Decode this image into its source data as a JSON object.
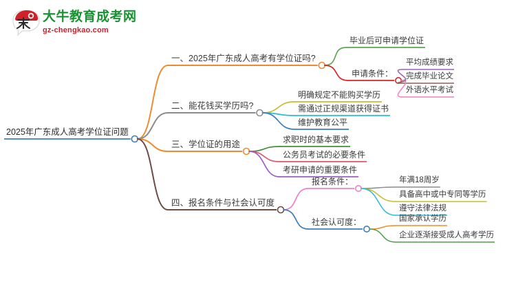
{
  "header": {
    "logo_icon": "bull-head-logo-icon",
    "brand_title": "大牛教育成考网",
    "brand_domain": "gz-chengkao.com",
    "brand_title_color": "#1a9133",
    "brand_domain_color": "#d0202a"
  },
  "mindmap": {
    "root": {
      "label": "2025年广东成人高考学位证问题",
      "underline_color": "#3a7ebf",
      "node_color": "#3a7ebf"
    },
    "branches": [
      {
        "label": "一、2025年广东成人高考有学位证吗?",
        "color": "#ef8b2c",
        "children": [
          {
            "label": "毕业后可申请学位证",
            "color": "#5aa84f",
            "children": []
          },
          {
            "label": "申请条件：",
            "color": "#d8232a",
            "children": [
              {
                "label": "平均成绩要求",
                "color": "#9b5fc0"
              },
              {
                "label": "完成毕业论文",
                "color": "#8a6450"
              },
              {
                "label": "外语水平考试",
                "color": "#ef7fc8"
              }
            ]
          }
        ]
      },
      {
        "label": "二、能花钱买学历吗?",
        "color": "#8c8c8c",
        "children": [
          {
            "label": "明确规定不能购买学历",
            "color": "#c9bb2a",
            "children": []
          },
          {
            "label": "需通过正规渠道获得证书",
            "color": "#29bcd8",
            "children": []
          },
          {
            "label": "维护教育公平",
            "color": "#3a7ebf",
            "children": []
          }
        ]
      },
      {
        "label": "三、学位证的用途",
        "color": "#ef8b2c",
        "children": [
          {
            "label": "求职时的基本要求",
            "color": "#3f8f3a",
            "children": []
          },
          {
            "label": "公务员考试的必要条件",
            "color": "#e0566b",
            "children": []
          },
          {
            "label": "考研申请的重要条件",
            "color": "#9b5fc0",
            "children": []
          }
        ]
      },
      {
        "label": "四、报名条件与社会认可度",
        "color": "#6e4b45",
        "children": [
          {
            "label": "报名条件：",
            "color": "#ef7fc8",
            "children": [
              {
                "label": "年满18周岁",
                "color": "#8c8c8c"
              },
              {
                "label": "具备高中或中专同等学历",
                "color": "#c9bb2a"
              },
              {
                "label": "遵守法律法规",
                "color": "#29bcd8"
              }
            ]
          },
          {
            "label": "社会认可度：",
            "color": "#3a7ebf",
            "children": [
              {
                "label": "国家承认学历",
                "color": "#ef8b2c"
              },
              {
                "label": "企业逐渐接受成人高考学历",
                "color": "#4f9f4a"
              }
            ]
          }
        ]
      }
    ]
  }
}
